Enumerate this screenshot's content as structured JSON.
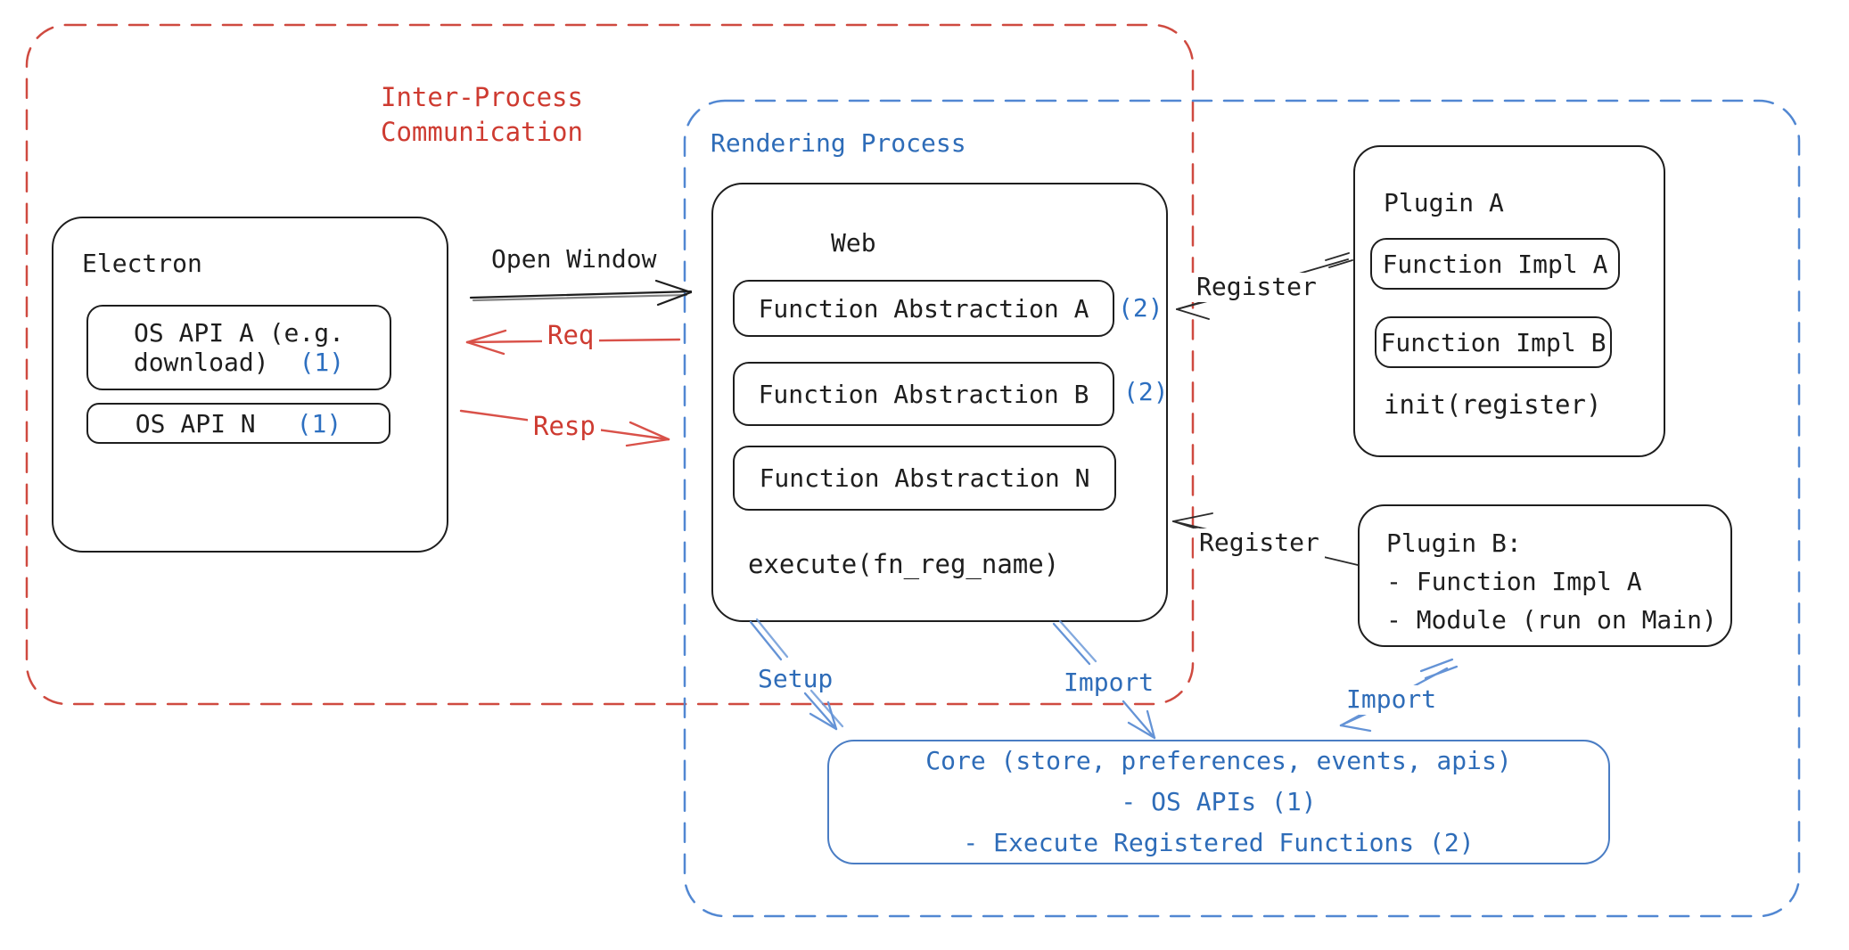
{
  "colors": {
    "stroke_black": "#1e1e1e",
    "red_accent": "#ce3b31",
    "red_dashed_border": "#cf4a40",
    "blue_text": "#2e6cb8",
    "blue_dashed_border": "#5187d2",
    "blue_arrow": "#6493d6",
    "core_border": "#4a7dc4"
  },
  "ipc": {
    "line1": "Inter-Process",
    "line2": "Communication"
  },
  "rendering": {
    "label": "Rendering Process"
  },
  "electron": {
    "title": "Electron",
    "api_a_line1": "OS API A (e.g.",
    "api_a_line2": "download)",
    "api_a_badge": "(1)",
    "api_n": "OS API N",
    "api_n_badge": "(1)"
  },
  "web": {
    "title": "Web",
    "fn_a": "Function Abstraction A",
    "fn_a_badge": "(2)",
    "fn_b": "Function Abstraction B",
    "fn_b_badge": "(2)",
    "fn_n": "Function Abstraction N",
    "execute": "execute(fn_reg_name)"
  },
  "plugin_a": {
    "title": "Plugin A",
    "impl_a": "Function Impl A",
    "impl_b": "Function Impl B",
    "init": "init(register)"
  },
  "plugin_b": {
    "title": "Plugin B:",
    "item1": "- Function Impl A",
    "item2": "- Module (run on Main)"
  },
  "core": {
    "line1": "Core (store, preferences, events, apis)",
    "line2": "- OS APIs (1)",
    "line3": "- Execute Registered Functions (2)"
  },
  "arrows": {
    "open_window": "Open Window",
    "req": "Req",
    "resp": "Resp",
    "register_top": "Register",
    "register_bottom": "Register",
    "setup": "Setup",
    "import_web": "Import",
    "import_plugin": "Import"
  }
}
